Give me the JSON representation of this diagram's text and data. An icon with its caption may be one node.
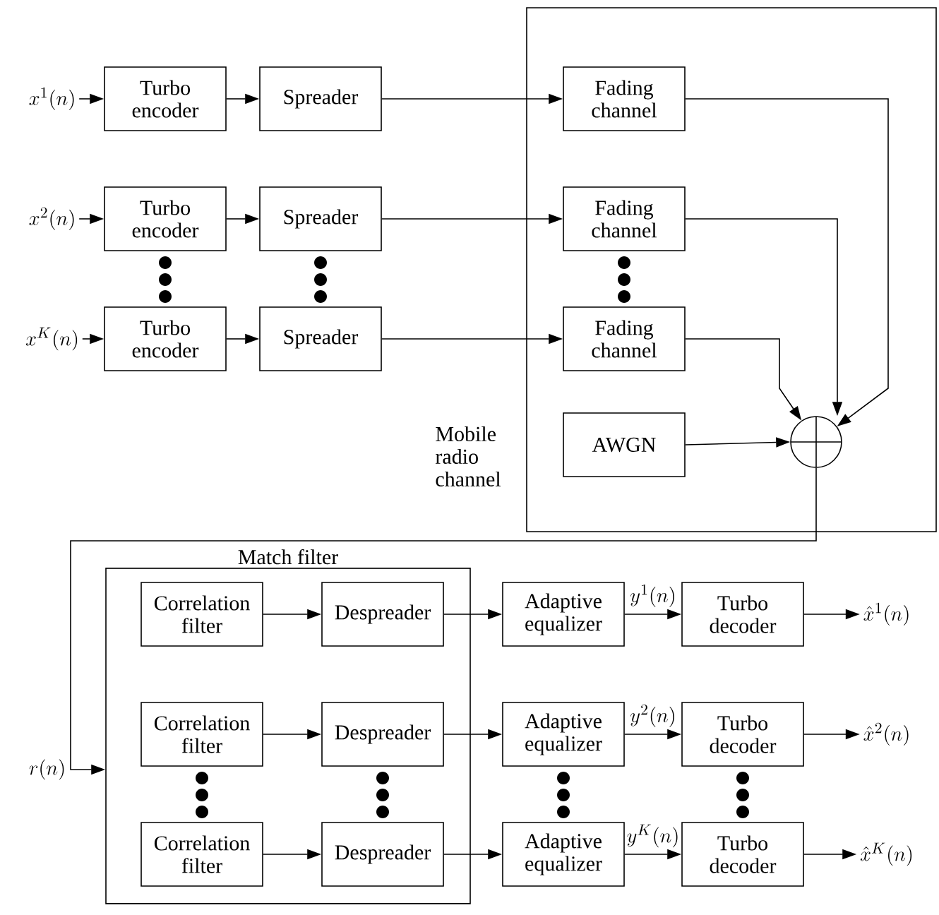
{
  "diagram": {
    "nodes": [
      {
        "text": [
          "x^{1}(n)"
        ]
      },
      {
        "text": [
          "Turbo encoder"
        ]
      },
      {
        "text": [
          "Spreader"
        ]
      },
      {
        "text": [
          "Mobile radio channel"
        ]
      },
      {
        "text": [
          "Fading channel"
        ],
        "in": 3
      },
      {
        "text": [
          "x^{2}(n)"
        ]
      },
      {
        "text": [
          "Turbo encoder"
        ]
      },
      {
        "text": [
          "Spreader"
        ]
      },
      {
        "text": [
          "Fading channel"
        ],
        "in": 3
      },
      {
        "text": [
          "x^{K}(n)"
        ]
      },
      {
        "text": [
          "Turbo encoder"
        ]
      },
      {
        "text": [
          "Spreader"
        ]
      },
      {
        "text": [
          "Fading channel"
        ],
        "in": 3
      },
      {
        "text": [
          "AWGN"
        ],
        "in": 3
      },
      {
        "text": [],
        "shape": "circle",
        "in": 3
      },
      {
        "text": [
          "Match filter"
        ]
      },
      {
        "text": [
          "Correlation filter"
        ],
        "in": 15
      },
      {
        "text": [
          "Despreader"
        ],
        "in": 15
      },
      {
        "text": [
          "Adaptive equalizer"
        ]
      },
      {
        "text": [
          "Turbo decoder"
        ]
      },
      {
        "text": [
          "\\hat{x}^{1}(n)"
        ]
      },
      {
        "text": [
          "Correlation filter"
        ],
        "in": 15
      },
      {
        "text": [
          "Despreader"
        ],
        "in": 15
      },
      {
        "text": [
          "Adaptive equalizer"
        ]
      },
      {
        "text": [
          "Turbo decoder"
        ]
      },
      {
        "text": [
          "\\hat{x}^{2}(n)"
        ]
      },
      {
        "text": [
          "Correlation filter"
        ],
        "in": 15
      },
      {
        "text": [
          "Despreader"
        ],
        "in": 15
      },
      {
        "text": [
          "Adaptive equalizer"
        ]
      },
      {
        "text": [
          "Turbo decoder"
        ]
      },
      {
        "text": [
          "\\hat{x}^{K}(n)"
        ]
      }
    ],
    "edges": [
      {
        "from": 0,
        "to": 1,
        "arrow": "to"
      },
      {
        "from": 1,
        "to": 2,
        "arrow": "to"
      },
      {
        "from": 2,
        "to": 4,
        "arrow": "to"
      },
      {
        "from": 5,
        "to": 6,
        "arrow": "to"
      },
      {
        "from": 6,
        "to": 7,
        "arrow": "to"
      },
      {
        "from": 7,
        "to": 8,
        "arrow": "to"
      },
      {
        "from": 9,
        "to": 10,
        "arrow": "to"
      },
      {
        "from": 10,
        "to": 11,
        "arrow": "to"
      },
      {
        "from": 11,
        "to": 12,
        "arrow": "to"
      },
      {
        "from": 4,
        "to": 14,
        "arrow": "to"
      },
      {
        "from": 8,
        "to": 14,
        "arrow": "to"
      },
      {
        "from": 12,
        "to": 14,
        "arrow": "to"
      },
      {
        "from": 13,
        "to": 14,
        "arrow": "to"
      },
      {
        "from": 14,
        "to": 15,
        "arrow": "to",
        "label": "r(n)"
      },
      {
        "from": 16,
        "to": 17,
        "arrow": "to"
      },
      {
        "from": 17,
        "to": 18,
        "arrow": "to"
      },
      {
        "from": 18,
        "to": 19,
        "arrow": "to",
        "label": "y^{1}(n)"
      },
      {
        "from": 19,
        "to": 20,
        "arrow": "to"
      },
      {
        "from": 21,
        "to": 22,
        "arrow": "to"
      },
      {
        "from": 22,
        "to": 23,
        "arrow": "to"
      },
      {
        "from": 23,
        "to": 24,
        "arrow": "to",
        "label": "y^{2}(n)"
      },
      {
        "from": 24,
        "to": 25,
        "arrow": "to"
      },
      {
        "from": 26,
        "to": 27,
        "arrow": "to"
      },
      {
        "from": 27,
        "to": 28,
        "arrow": "to"
      },
      {
        "from": 28,
        "to": 29,
        "arrow": "to",
        "label": "y^{K}(n)"
      },
      {
        "from": 29,
        "to": 30,
        "arrow": "to"
      }
    ]
  }
}
